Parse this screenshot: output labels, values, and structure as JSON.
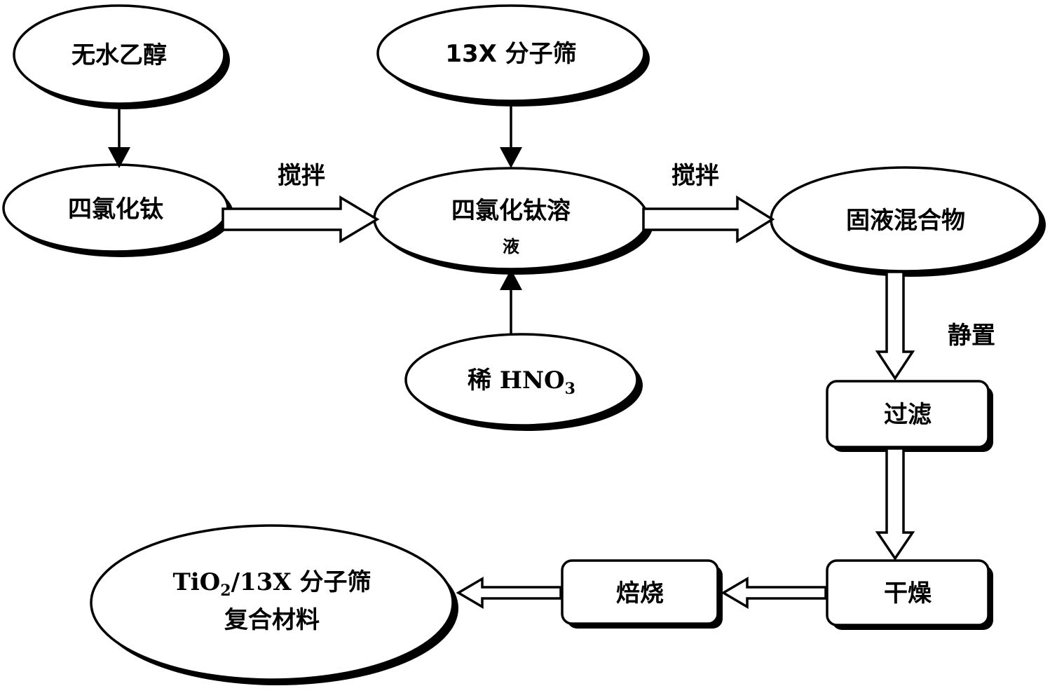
{
  "nodes": {
    "anhydrous_ethanol": "无水乙醇",
    "molecular_sieve": "13X 分子筛",
    "ticl4": "四氯化钛",
    "ticl4_solution_line1": "四氯化钛溶",
    "ticl4_solution_line2": "液",
    "solid_liquid_mixture": "固液混合物",
    "dilute_hno3_prefix": "稀 HNO",
    "dilute_hno3_sub": "3",
    "filtration": "过滤",
    "drying": "干燥",
    "calcination": "焙烧",
    "product_line1_prefix": "TiO",
    "product_line1_sub": "2",
    "product_line1_suffix": "/13X 分子筛",
    "product_line2": "复合材料"
  },
  "edge_labels": {
    "stir_1": "搅拌",
    "stir_2": "搅拌",
    "standing": "静置"
  }
}
